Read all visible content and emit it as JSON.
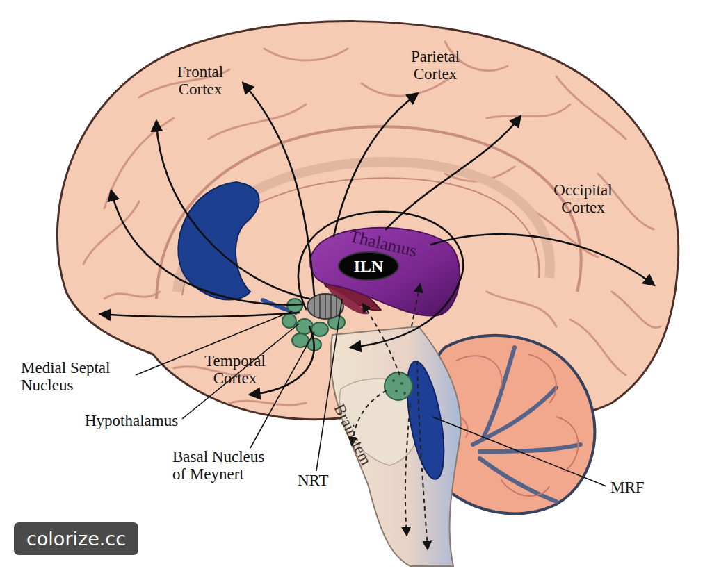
{
  "diagram": {
    "nodes": [
      {
        "text": [
          "Thalamus"
        ]
      },
      {
        "text": [
          "ILN"
        ],
        "in": 0
      }
    ],
    "labels": [
      "Frontal Cortex",
      "Parietal Cortex",
      "Occipital Cortex",
      "Medial Septal Nucleus",
      "Temporal Cortex",
      "Hypothalamus",
      "Brainstem",
      "Basal Nucleus of Meynert",
      "NRT",
      "MRF",
      "colorize.cc"
    ]
  }
}
